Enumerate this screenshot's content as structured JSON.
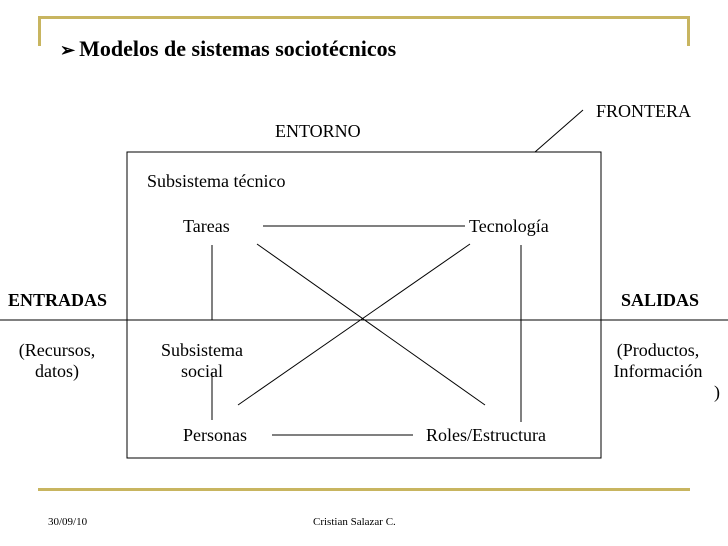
{
  "title": "Modelos de sistemas sociotécnicos",
  "labels": {
    "frontera": "FRONTERA",
    "entorno": "ENTORNO",
    "subsistema_tecnico": "Subsistema técnico",
    "tareas": "Tareas",
    "tecnologia": "Tecnología",
    "entradas": "ENTRADAS",
    "salidas": "SALIDAS",
    "entradas_detail_1": "(Recursos,",
    "entradas_detail_2": "datos)",
    "subsistema_social_1": "Subsistema",
    "subsistema_social_2": "social",
    "salidas_detail_1": "(Productos,",
    "salidas_detail_2": "Información",
    "salidas_detail_3": ")",
    "personas": "Personas",
    "roles": "Roles/Estructura"
  },
  "footer": {
    "date": "30/09/10",
    "author": "Cristian Salazar C."
  },
  "colors": {
    "accent_rule": "#c8b560",
    "text": "#000000",
    "background": "#ffffff"
  }
}
